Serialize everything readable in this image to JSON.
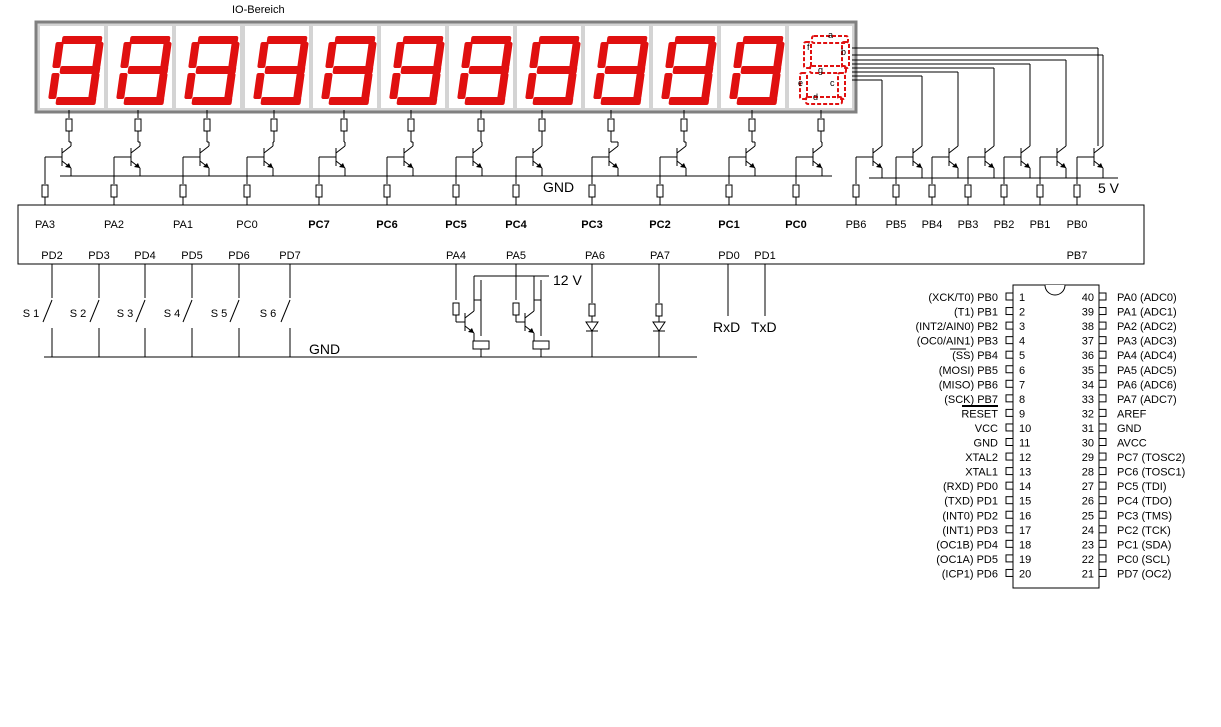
{
  "title": "IO-Bereich",
  "segment_letters": {
    "a": "a",
    "b": "b",
    "c": "c",
    "d": "d",
    "e": "e",
    "f": "f",
    "g": "g"
  },
  "digit_port_labels": [
    {
      "text": "PA3",
      "bold": false
    },
    {
      "text": "PA2",
      "bold": false
    },
    {
      "text": "PA1",
      "bold": false
    },
    {
      "text": "PC0",
      "bold": false
    },
    {
      "text": "PC7",
      "bold": true
    },
    {
      "text": "PC6",
      "bold": true
    },
    {
      "text": "PC5",
      "bold": true
    },
    {
      "text": "PC4",
      "bold": true
    },
    {
      "text": "PC3",
      "bold": true
    },
    {
      "text": "PC2",
      "bold": true
    },
    {
      "text": "PC1",
      "bold": true
    },
    {
      "text": "PC0",
      "bold": true
    }
  ],
  "segment_port_labels": [
    "PB6",
    "PB5",
    "PB4",
    "PB3",
    "PB2",
    "PB1",
    "PB0"
  ],
  "bottom_port_labels": [
    "PD2",
    "PD3",
    "PD4",
    "PD5",
    "PD6",
    "PD7",
    "PA4",
    "PA5",
    "PA6",
    "PA7",
    "PD0",
    "PD1",
    "PB7"
  ],
  "switch_labels": [
    "S 1",
    "S 2",
    "S 3",
    "S 4",
    "S 5",
    "S 6"
  ],
  "gnd_label": "GND",
  "vcc5_label": "5 V",
  "v12_label": "12 V",
  "rxd_label": "RxD",
  "txd_label": "TxD",
  "ic_left_pins": [
    {
      "num": "1",
      "label": "(XCK/T0)  PB0"
    },
    {
      "num": "2",
      "label": "(T1)  PB1"
    },
    {
      "num": "3",
      "label": "(INT2/AIN0)  PB2"
    },
    {
      "num": "4",
      "label": "(OC0/AIN1)  PB3"
    },
    {
      "num": "5",
      "label": "(SS)  PB4"
    },
    {
      "num": "6",
      "label": "(MOSI)  PB5"
    },
    {
      "num": "7",
      "label": "(MISO)  PB6"
    },
    {
      "num": "8",
      "label": "(SCK)  PB7"
    },
    {
      "num": "9",
      "label": "RESET"
    },
    {
      "num": "10",
      "label": "VCC"
    },
    {
      "num": "11",
      "label": "GND"
    },
    {
      "num": "12",
      "label": "XTAL2"
    },
    {
      "num": "13",
      "label": "XTAL1"
    },
    {
      "num": "14",
      "label": "(RXD)  PD0"
    },
    {
      "num": "15",
      "label": "(TXD)  PD1"
    },
    {
      "num": "16",
      "label": "(INT0)  PD2"
    },
    {
      "num": "17",
      "label": "(INT1)  PD3"
    },
    {
      "num": "18",
      "label": "(OC1B)  PD4"
    },
    {
      "num": "19",
      "label": "(OC1A)  PD5"
    },
    {
      "num": "20",
      "label": "(ICP1)  PD6"
    }
  ],
  "ic_right_pins": [
    {
      "num": "40",
      "label": "PA0  (ADC0)"
    },
    {
      "num": "39",
      "label": "PA1  (ADC1)"
    },
    {
      "num": "38",
      "label": "PA2  (ADC2)"
    },
    {
      "num": "37",
      "label": "PA3  (ADC3)"
    },
    {
      "num": "36",
      "label": "PA4  (ADC4)"
    },
    {
      "num": "35",
      "label": "PA5  (ADC5)"
    },
    {
      "num": "34",
      "label": "PA6  (ADC6)"
    },
    {
      "num": "33",
      "label": "PA7  (ADC7)"
    },
    {
      "num": "32",
      "label": "AREF"
    },
    {
      "num": "31",
      "label": "GND"
    },
    {
      "num": "30",
      "label": "AVCC"
    },
    {
      "num": "29",
      "label": "PC7  (TOSC2)"
    },
    {
      "num": "28",
      "label": "PC6  (TOSC1)"
    },
    {
      "num": "27",
      "label": "PC5  (TDI)"
    },
    {
      "num": "26",
      "label": "PC4  (TDO)"
    },
    {
      "num": "25",
      "label": "PC3  (TMS)"
    },
    {
      "num": "24",
      "label": "PC2  (TCK)"
    },
    {
      "num": "23",
      "label": "PC1  (SDA)"
    },
    {
      "num": "22",
      "label": "PC0  (SCL)"
    },
    {
      "num": "21",
      "label": "PD7  (OC2)"
    }
  ],
  "colors": {
    "segment": "#e01010",
    "frame": "#808080",
    "panel": "#d4d4d4",
    "display_bg": "#ffffff",
    "wire": "#000000"
  }
}
